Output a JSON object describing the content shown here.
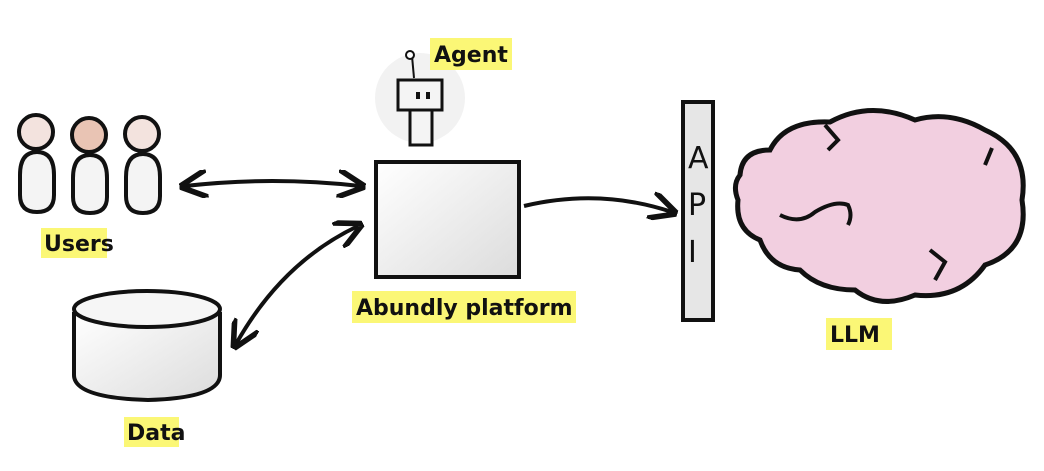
{
  "labels": {
    "agent": "Agent",
    "users": "Users",
    "data": "Data",
    "platform": "Abundly platform",
    "llm": "LLM",
    "api": [
      "A",
      "P",
      "I"
    ]
  },
  "colors": {
    "highlight": "#fbf776",
    "stroke": "#111111",
    "brain_fill": "#f2cfe0",
    "box_fill": "#f4f4f4",
    "head_tint": "#e9c4b4"
  },
  "icons": [
    "user-icon",
    "robot-agent-icon",
    "database-icon",
    "brain-icon"
  ]
}
